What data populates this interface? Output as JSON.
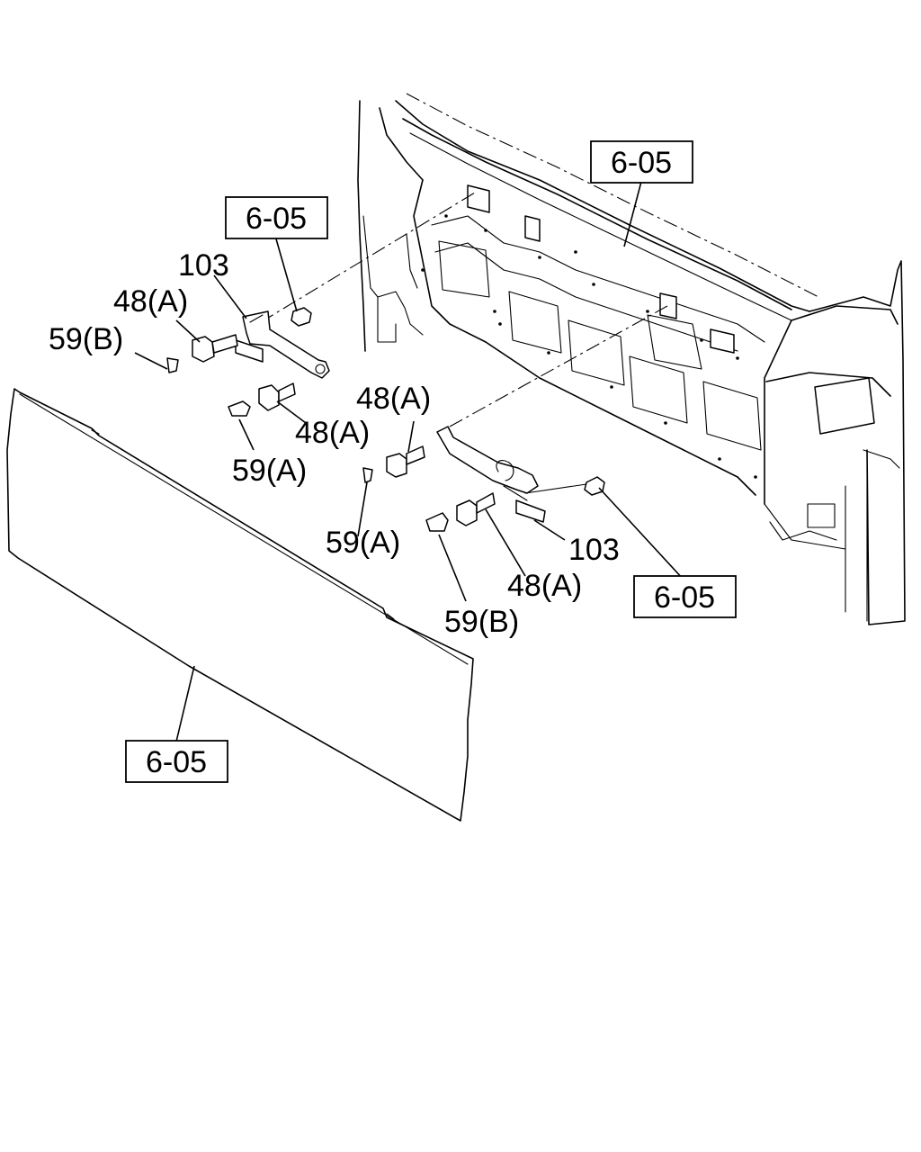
{
  "labels": {
    "ref_top": "6-05",
    "ref_upper_left": "6-05",
    "ref_lower_right": "6-05",
    "ref_bottom": "6-05",
    "p103_left": "103",
    "p103_right": "103",
    "p48a_1": "48(A)",
    "p48a_2": "48(A)",
    "p48a_3": "48(A)",
    "p48a_4": "48(A)",
    "p59b_1": "59(B)",
    "p59b_2": "59(B)",
    "p59a_1": "59(A)",
    "p59a_2": "59(A)"
  }
}
